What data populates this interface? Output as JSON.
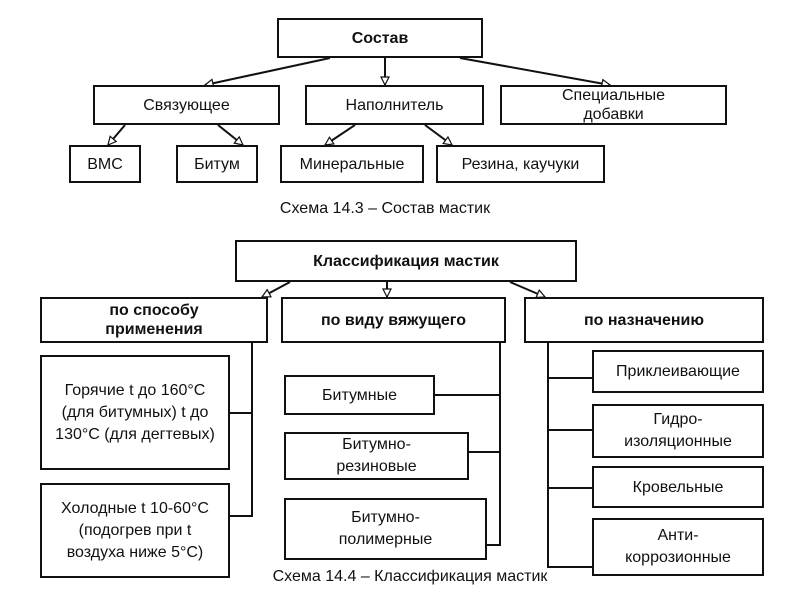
{
  "scheme1": {
    "root": "Состав",
    "level1": [
      "Связующее",
      "Наполнитель",
      "Специальные добавки"
    ],
    "level2": [
      "ВМС",
      "Битум",
      "Минеральные",
      "Резина, каучуки"
    ],
    "caption": "Схема 14.3 – Состав мастик"
  },
  "scheme2": {
    "root": "Классификация мастик",
    "categories": [
      "по способу применения",
      "по виду вяжущего",
      "по назначению"
    ],
    "by_application": [
      "Горячие t до 160°С (для битумных) t до 130°С (для дегтевых)",
      "Холодные t 10-60°С (подогрев при t воздуха ниже 5°С)"
    ],
    "by_binder": [
      "Битумные",
      "Битумно-резиновые",
      "Битумно-полимерные"
    ],
    "by_purpose": [
      "Приклеивающие",
      "Гидро-изоляционные",
      "Кровельные",
      "Анти-коррозионные"
    ],
    "caption": "Схема 14.4 – Классификация мастик"
  }
}
